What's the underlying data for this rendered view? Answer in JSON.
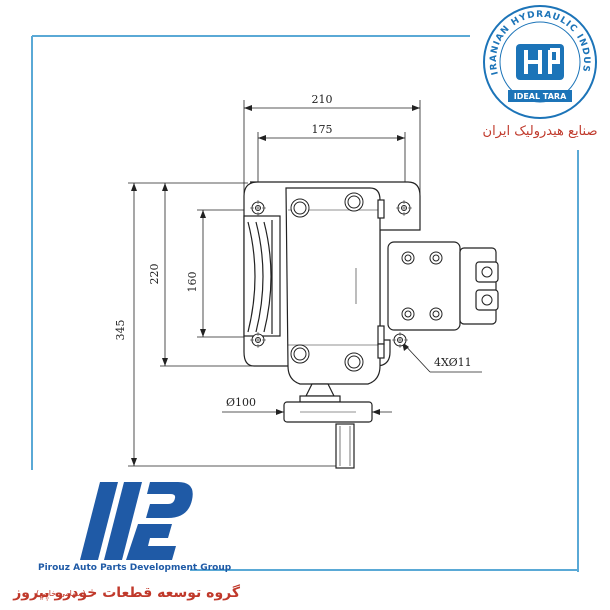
{
  "drawing": {
    "dim_width_outer": "210",
    "dim_width_inner": "175",
    "dim_height_total": "345",
    "dim_height_mid": "220",
    "dim_height_inner": "160",
    "dim_shaft_diameter": "Ø100",
    "dim_bolt_holes": "4XØ11"
  },
  "logo_iran": {
    "ring_text": "IRANIAN HYDRAULIC INDUSTRIES",
    "bottom_text": "IDEAL TARA",
    "persian_name": "صنایع هیدرولیک ایران"
  },
  "logo_pirouz": {
    "english_name": "Pirouz Auto Parts Development Group",
    "persian_name": "گروه توسعه قطعات خودرو پیروز",
    "persian_suffix": "(سهامی خاص)"
  },
  "colors": {
    "frame_blue": "#5aa9d6",
    "logo_blue": "#1f5aa6",
    "ideal_blue": "#1c74b8",
    "persian_red": "#c0392b",
    "line": "#222222"
  }
}
